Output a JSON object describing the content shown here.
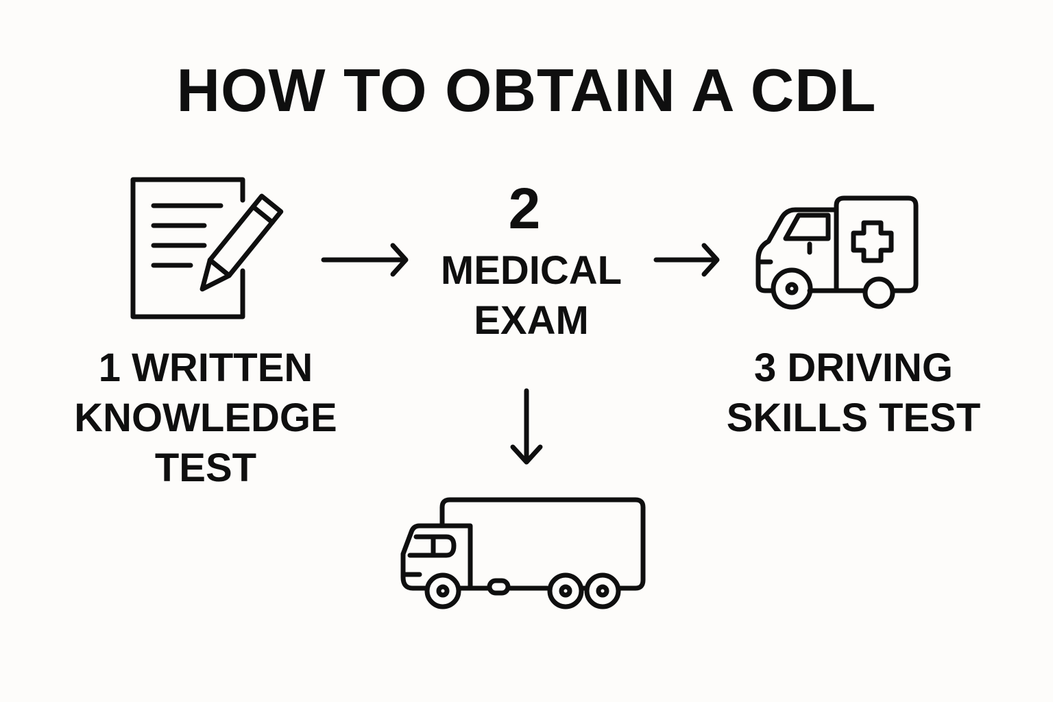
{
  "title": "HOW TO OBTAIN A CDL",
  "colors": {
    "background": "#fdfcfa",
    "ink": "#0f0f0f"
  },
  "steps": [
    {
      "icon": "document-pencil-icon",
      "lines": [
        "1 WRITTEN",
        "KNOWLEDGE",
        "TEST"
      ]
    },
    {
      "number": "2",
      "icon": "none",
      "lines": [
        "MEDICAL",
        "EXAM"
      ]
    },
    {
      "icon": "ambulance-icon",
      "lines": [
        "3 DRIVING",
        "SKILLS TEST"
      ]
    }
  ],
  "result": {
    "icon": "truck-icon"
  },
  "arrows": [
    {
      "from": "step-1",
      "to": "step-2",
      "direction": "right"
    },
    {
      "from": "step-2",
      "to": "step-3",
      "direction": "right"
    },
    {
      "from": "step-2",
      "to": "result",
      "direction": "down"
    }
  ]
}
